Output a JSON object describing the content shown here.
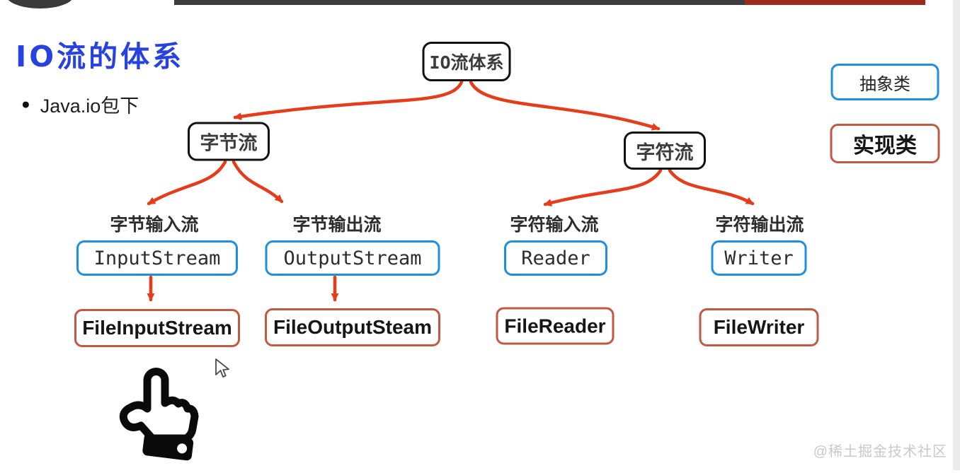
{
  "title": "IO流的体系",
  "bullet_item": "Java.io包下",
  "tree": {
    "root": "IO流体系",
    "branches": [
      {
        "name": "字节流",
        "children": [
          {
            "label": "字节输入流",
            "abstract_class": "InputStream",
            "impl_class": "FileInputStream"
          },
          {
            "label": "字节输出流",
            "abstract_class": "OutputStream",
            "impl_class": "FileOutputSteam"
          }
        ]
      },
      {
        "name": "字符流",
        "children": [
          {
            "label": "字符输入流",
            "abstract_class": "Reader",
            "impl_class": "FileReader"
          },
          {
            "label": "字符输出流",
            "abstract_class": "Writer",
            "impl_class": "FileWriter"
          }
        ]
      }
    ]
  },
  "legend": {
    "abstract_label": "抽象类",
    "impl_label": "实现类"
  },
  "bullet_glyph": "●",
  "watermark": "@稀土掘金技术社区",
  "colors": {
    "abstract_border": "#1f8fe1",
    "impl_border": "#c15a43",
    "arrow": "#e73c1a",
    "title_blue": "#2742e0",
    "node_border": "#111111",
    "progress_dark": "#3c3c3e",
    "progress_red": "#9c2b1b"
  }
}
